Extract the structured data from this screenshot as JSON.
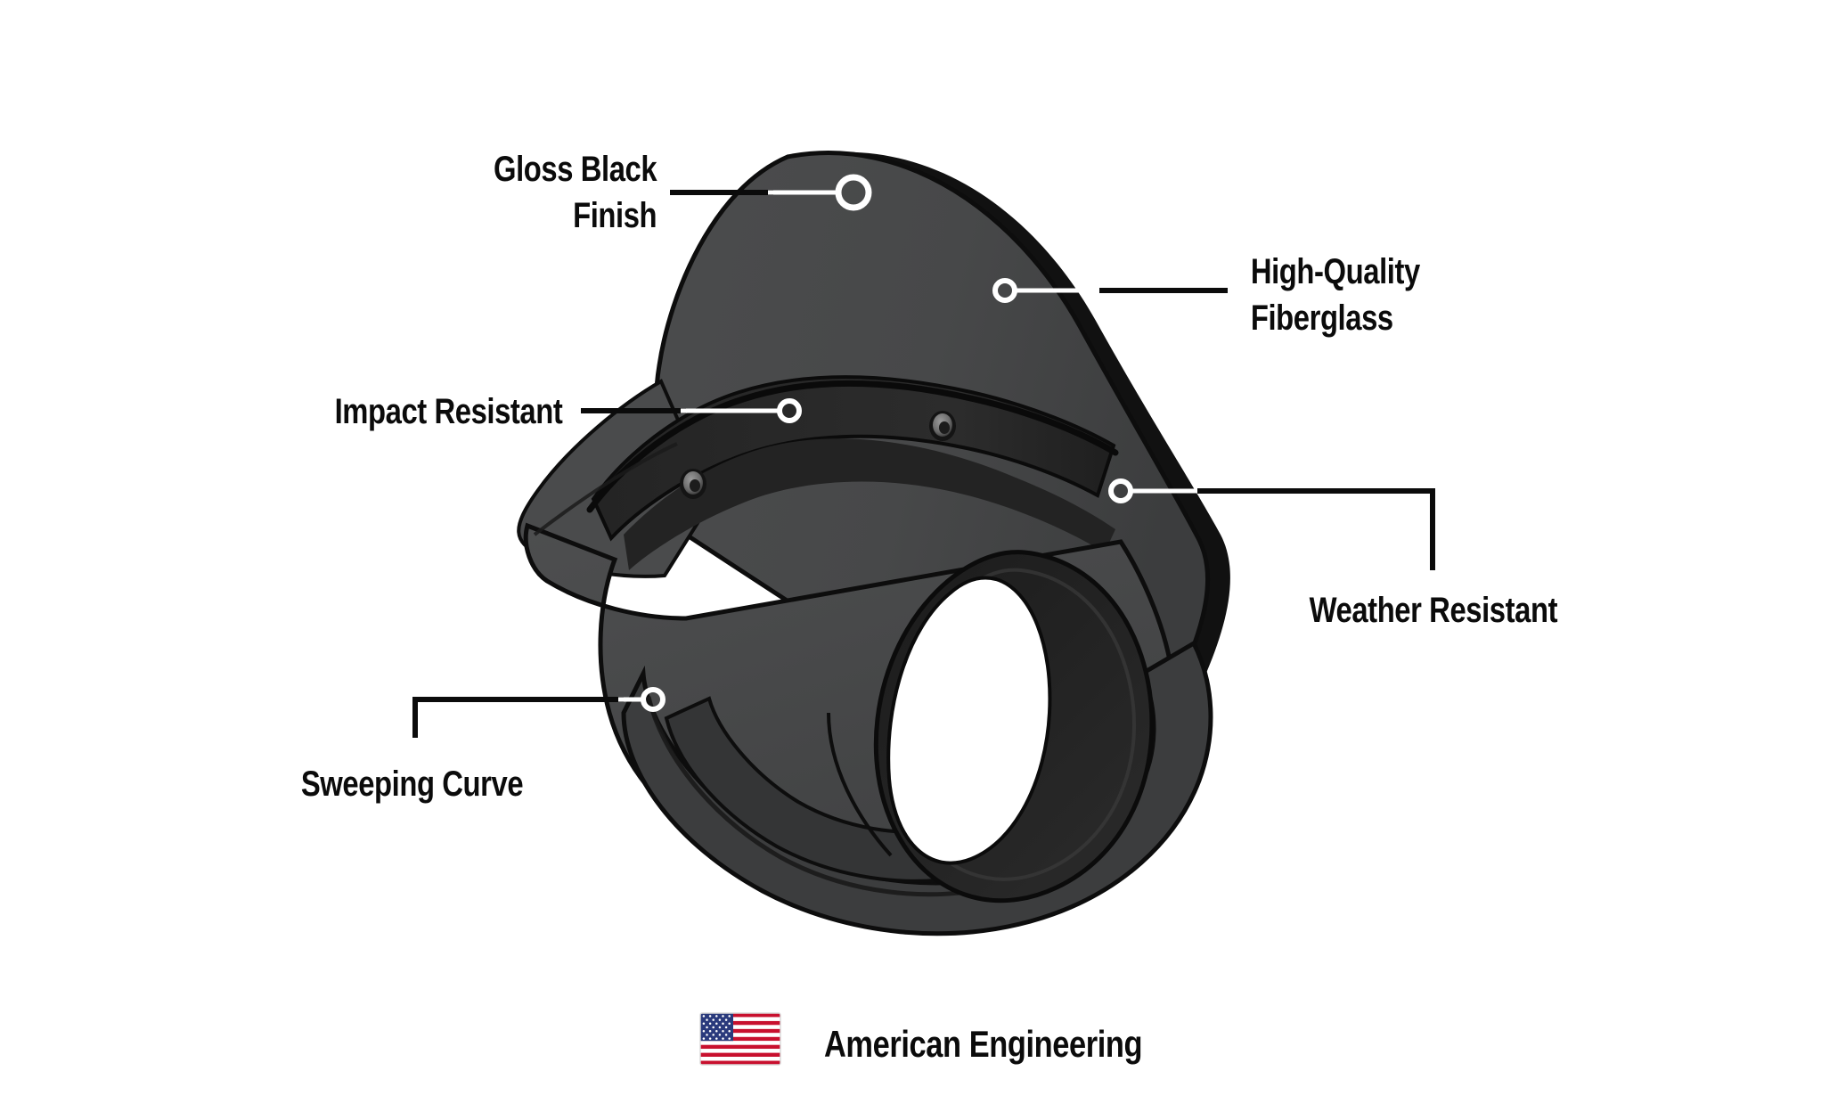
{
  "background_color": "#ffffff",
  "product": {
    "name": "motorcycle-fairing",
    "colors": {
      "body": "#474849",
      "body_mid": "#3f4041",
      "dark_band": "#292929",
      "rim_dark": "#161616",
      "edge_black": "#101010",
      "outline": "#0d0d0d",
      "headlight_void": "#ffffff",
      "screw_ring": "#8e8e8e",
      "screw_center": "#1a1a1a"
    }
  },
  "callouts": [
    {
      "id": "gloss-black-finish",
      "label_line1": "Gloss Black",
      "label_line2": "Finish",
      "marker_size": "large",
      "leader_style": "straight",
      "text_anchor": "end"
    },
    {
      "id": "high-quality-fiberglass",
      "label_line1": "High-Quality",
      "label_line2": "Fiberglass",
      "marker_size": "small",
      "leader_style": "straight",
      "text_anchor": "start"
    },
    {
      "id": "impact-resistant",
      "label_line1": "Impact Resistant",
      "label_line2": "",
      "marker_size": "small",
      "leader_style": "straight",
      "text_anchor": "end"
    },
    {
      "id": "weather-resistant",
      "label_line1": "Weather Resistant",
      "label_line2": "",
      "marker_size": "small",
      "leader_style": "elbow-down",
      "text_anchor": "middle"
    },
    {
      "id": "sweeping-curve",
      "label_line1": "Sweeping Curve",
      "label_line2": "",
      "marker_size": "small",
      "leader_style": "elbow-down-left",
      "text_anchor": "start"
    }
  ],
  "footer": {
    "flag_icon": "usa-flag-icon",
    "text": "American Engineering",
    "flag_colors": {
      "red": "#c8102e",
      "white": "#ffffff",
      "blue": "#2a3a7c"
    }
  }
}
